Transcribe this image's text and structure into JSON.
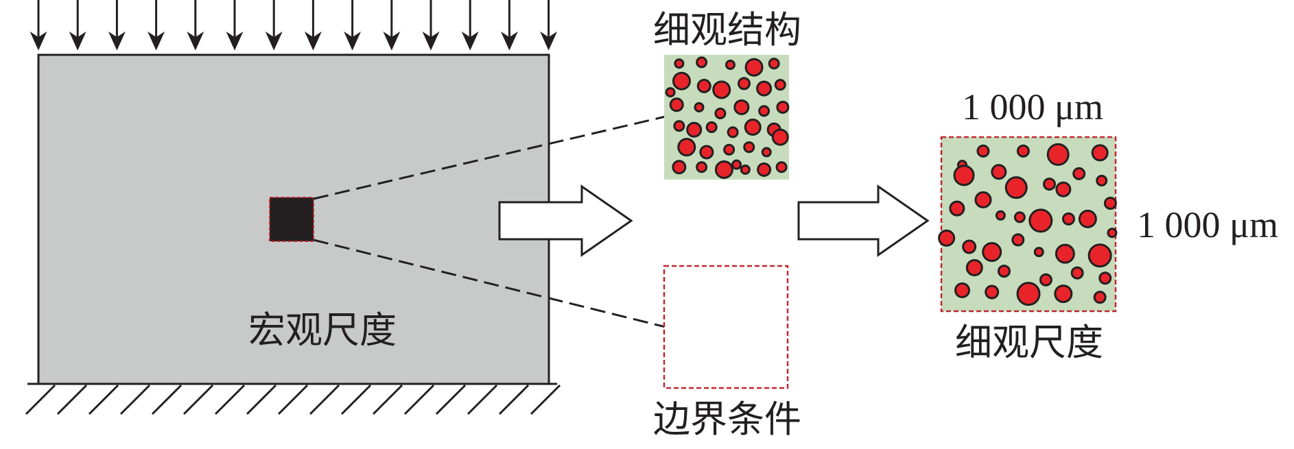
{
  "labels": {
    "macro_scale": "宏观尺度",
    "micro_structure": "细观结构",
    "boundary_condition": "边界条件",
    "micro_scale": "细观尺度",
    "width_dim": "1 000 μm",
    "height_dim": "1 000 μm"
  },
  "colors": {
    "macro_body": "#c8caca",
    "outline": "#231f20",
    "matrix": "#c6dcbc",
    "aggregate": "#e8242a",
    "dashed_red": "#c1272d",
    "sample_fill": "#231f20"
  }
}
